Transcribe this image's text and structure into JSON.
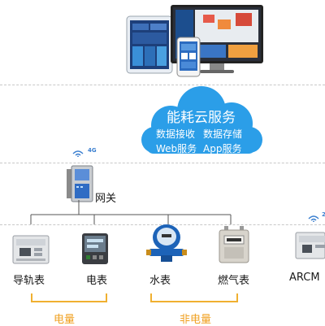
{
  "cloud": {
    "title": "能耗云服务",
    "line1_left": "数据接收",
    "line1_right": "数据存储",
    "line2_left": "Web服务",
    "line2_right": "App服务"
  },
  "gateway": {
    "label": "网关",
    "signal": "4G"
  },
  "devices": [
    {
      "label": "导轨表"
    },
    {
      "label": "电表"
    },
    {
      "label": "水表"
    },
    {
      "label": "燃气表"
    },
    {
      "label": "ARCM"
    }
  ],
  "arcm_signal": "2",
  "categories": {
    "left": "电量",
    "right": "非电量"
  },
  "colors": {
    "cloud": "#2b9ee8",
    "bracket": "#f0b030",
    "line": "#555555"
  }
}
